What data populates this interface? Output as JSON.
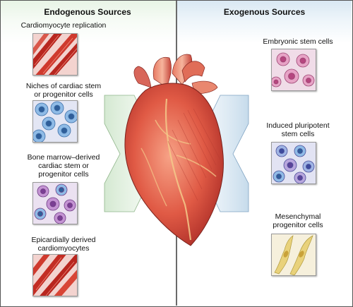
{
  "headers": {
    "endogenous": "Endogenous Sources",
    "exogenous": "Exogenous Sources"
  },
  "endogenous_items": [
    {
      "label_lines": [
        "Cardiomyocyte replication"
      ]
    },
    {
      "label_lines": [
        "Niches of cardiac stem",
        "or progenitor cells"
      ]
    },
    {
      "label_lines": [
        "Bone marrow–derived",
        "cardiac stem or",
        "progenitor cells"
      ]
    },
    {
      "label_lines": [
        "Epicardially derived",
        "cardiomyocytes"
      ]
    }
  ],
  "exogenous_items": [
    {
      "label_lines": [
        "Embryonic stem cells"
      ]
    },
    {
      "label_lines": [
        "Induced pluripotent",
        "stem cells"
      ]
    },
    {
      "label_lines": [
        "Mesenchymal",
        "progenitor cells"
      ]
    }
  ],
  "colors": {
    "endogenous_header_bg": "#e8f4e6",
    "exogenous_header_bg": "#d9e8f3",
    "heart_red": "#d9483b",
    "muscle_red": "#c8322b",
    "blue_cell": "#6fa8dc",
    "purple_cell": "#a55cb4",
    "pink_cell": "#d36a9c",
    "mesenchymal_yellow": "#e8d074"
  }
}
